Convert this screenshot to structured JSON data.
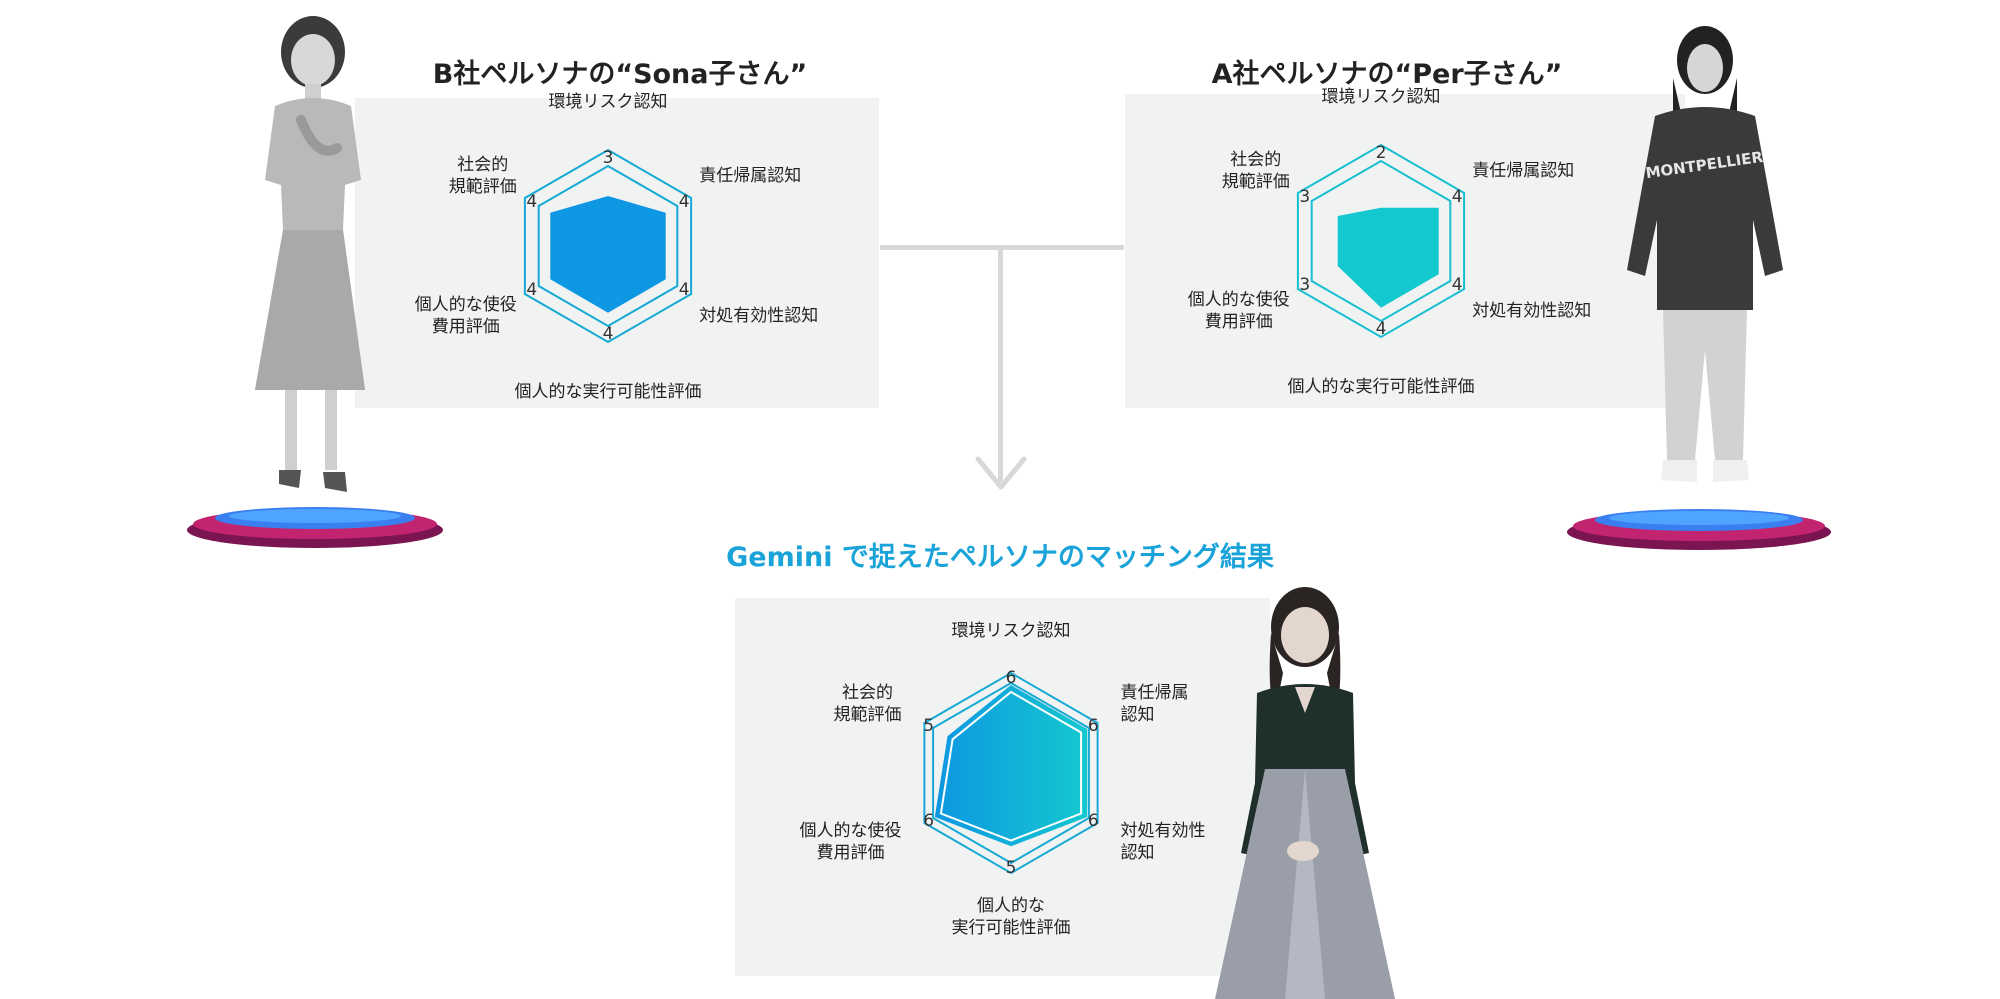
{
  "left_persona": {
    "title": "B社ペルソナの“Sona子さん”",
    "axes": [
      "環境リスク認知",
      "責任帰属認知",
      "対処有効性認知",
      "個人的な実行可能性評価",
      "個人的な使役\n費用評価",
      "社会的\n規範評価"
    ],
    "scores": [
      "3",
      "4",
      "4",
      "4",
      "4",
      "4"
    ],
    "fill_color": "#0e97e2",
    "outline_color": "#17a9d6"
  },
  "right_persona": {
    "title": "A社ペルソナの“Per子さん”",
    "axes": [
      "環境リスク認知",
      "責任帰属認知",
      "対処有効性認知",
      "個人的な実行可能性評価",
      "個人的な使役\n費用評価",
      "社会的\n規範評価"
    ],
    "scores": [
      "2",
      "4",
      "4",
      "4",
      "3",
      "3"
    ],
    "fill_color": "#14c8cf",
    "outline_color": "#17bfd0"
  },
  "result": {
    "title": "Gemini で捉えたペルソナのマッチング結果",
    "axes": [
      "環境リスク認知",
      "責任帰属\n認知",
      "対処有効性\n認知",
      "個人的な\n実行可能性評価",
      "個人的な使役\n費用評価",
      "社会的\n規範評価"
    ],
    "scores": [
      "6",
      "6",
      "6",
      "5",
      "6",
      "5"
    ],
    "gradient_start": "#0e97e2",
    "gradient_end": "#14c8cf",
    "outline_color": "#17a9d6"
  },
  "chart_data": [
    {
      "type": "radar",
      "title": "B社ペルソナの“Sona子さん”",
      "categories": [
        "環境リスク認知",
        "責任帰属認知",
        "対処有効性認知",
        "個人的な実行可能性評価",
        "個人的な使役費用評価",
        "社会的規範評価"
      ],
      "values": [
        3,
        4,
        4,
        4,
        4,
        4
      ]
    },
    {
      "type": "radar",
      "title": "A社ペルソナの“Per子さん”",
      "categories": [
        "環境リスク認知",
        "責任帰属認知",
        "対処有効性認知",
        "個人的な実行可能性評価",
        "個人的な使役費用評価",
        "社会的規範評価"
      ],
      "values": [
        2,
        4,
        4,
        4,
        3,
        3
      ]
    },
    {
      "type": "radar",
      "title": "Gemini で捉えたペルソナのマッチング結果",
      "categories": [
        "環境リスク認知",
        "責任帰属認知",
        "対処有効性認知",
        "個人的な実行可能性評価",
        "個人的な使役費用評価",
        "社会的規範評価"
      ],
      "values": [
        6,
        6,
        6,
        5,
        6,
        5
      ]
    }
  ]
}
